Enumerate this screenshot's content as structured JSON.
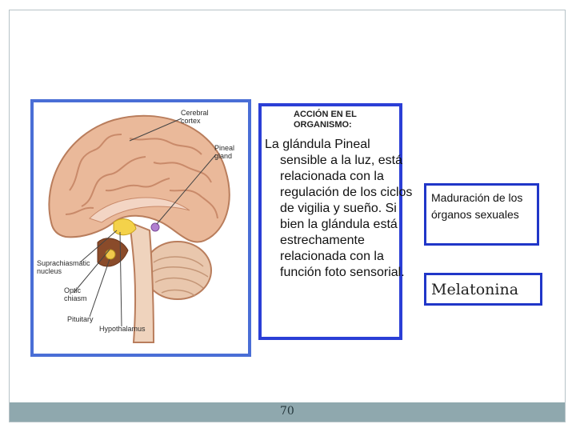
{
  "brain_figure": {
    "labels": {
      "cerebral_cortex": "Cerebral cortex",
      "pineal_gland": "Pineal gland",
      "suprachiasmatic_nucleus": "Suprachiasmatic nucleus",
      "optic_chiasm": "Optic chiasm",
      "pituitary": "Pituitary",
      "hypothalamus": "Hypothalamus"
    }
  },
  "text_box": {
    "title": "ACCIÓN EN EL ORGANISMO:",
    "body": "La glándula Pineal sensible a la luz, está relacionada con la regulación de los ciclos de vigilia y sueño. Si bien la glándula está estrechamente relacionada con la función foto sensorial."
  },
  "box_maduracion": {
    "text": "Maduración de los órganos sexuales"
  },
  "box_melatonina": {
    "text": "Melatonina"
  },
  "footer": {
    "page_number": "70"
  },
  "colors": {
    "figure_border": "#4a6ed6",
    "text_box_border": "#2b3fd6",
    "right_box_border": "#2036c8",
    "footer_bar": "#8fa8ae"
  }
}
